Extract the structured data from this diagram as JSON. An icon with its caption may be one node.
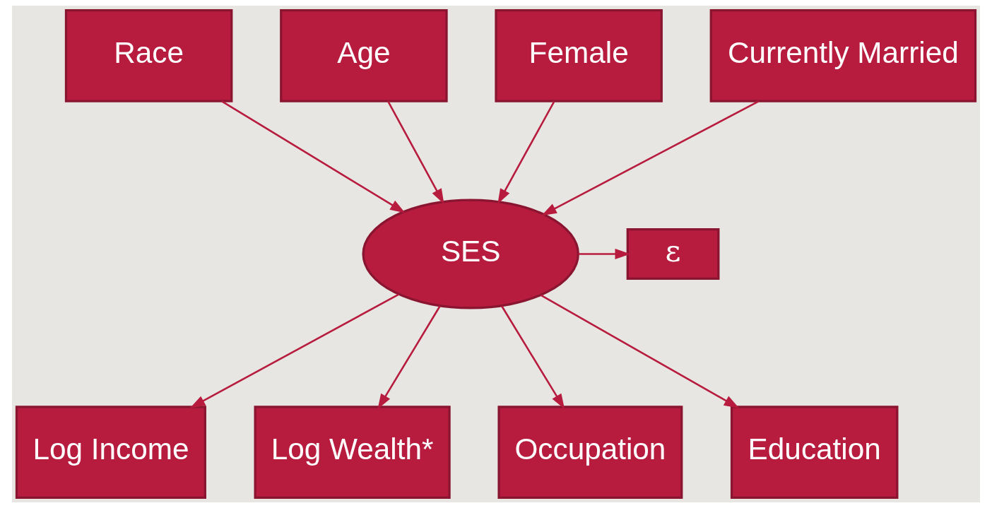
{
  "diagram": {
    "nodes": [
      {
        "text": [
          "Race"
        ]
      },
      {
        "text": [
          "Age"
        ]
      },
      {
        "text": [
          "Female"
        ]
      },
      {
        "text": [
          "Currently Married"
        ]
      },
      {
        "text": [
          "SES"
        ]
      },
      {
        "text": [
          "ε"
        ]
      },
      {
        "text": [
          "Log Income"
        ]
      },
      {
        "text": [
          "Log Wealth*"
        ]
      },
      {
        "text": [
          "Occupation"
        ]
      },
      {
        "text": [
          "Education"
        ]
      }
    ],
    "edges": [
      {
        "from": 0,
        "to": 4,
        "arrow": "to"
      },
      {
        "from": 1,
        "to": 4,
        "arrow": "to"
      },
      {
        "from": 2,
        "to": 4,
        "arrow": "to"
      },
      {
        "from": 3,
        "to": 4,
        "arrow": "to"
      },
      {
        "from": 4,
        "to": 5,
        "arrow": "to"
      },
      {
        "from": 4,
        "to": 6,
        "arrow": "to"
      },
      {
        "from": 4,
        "to": 7,
        "arrow": "to"
      },
      {
        "from": 4,
        "to": 8,
        "arrow": "to"
      },
      {
        "from": 4,
        "to": 9,
        "arrow": "to"
      }
    ]
  }
}
